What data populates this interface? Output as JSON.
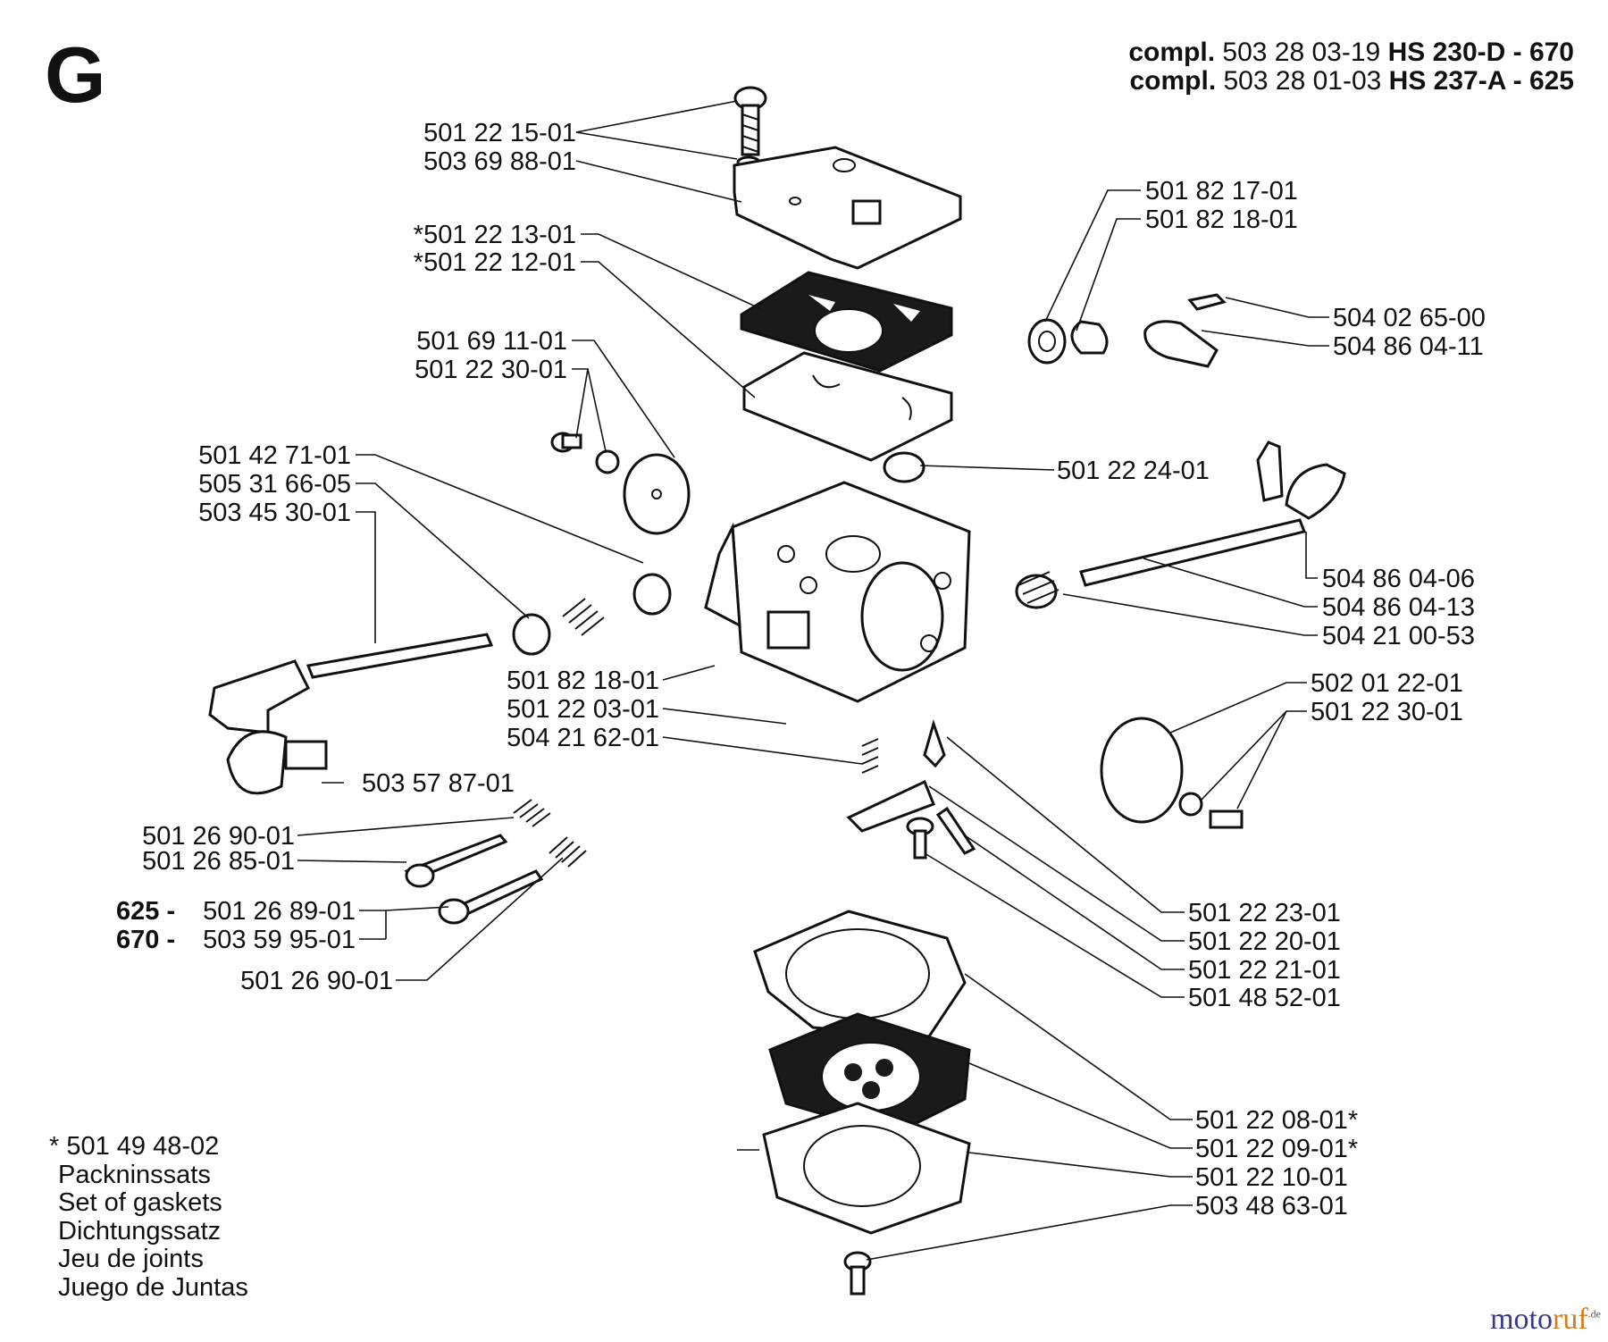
{
  "section_letter": "G",
  "header": {
    "compl_lines": [
      {
        "prefix": "compl.",
        "number": "503 28 03-19",
        "model": "HS 230-D - 670"
      },
      {
        "prefix": "compl.",
        "number": "503 28 01-03",
        "model": "HS 237-A - 625"
      }
    ]
  },
  "labels": {
    "l1": "501 22 15-01",
    "l2": "503 69 88-01",
    "l3": "*501 22 13-01",
    "l4": "*501 22 12-01",
    "l5": "501 69 11-01",
    "l6": "501 22 30-01",
    "l7": "501 42 71-01",
    "l8": "505 31 66-05",
    "l9": "503 45 30-01",
    "l10": "501 82 18-01",
    "l11": "501 22 03-01",
    "l12": "504 21 62-01",
    "l13": "503 57 87-01",
    "l14": "501 26 90-01",
    "l15": "501 26 85-01",
    "l16_prefix": "625 -",
    "l16": "501 26 89-01",
    "l17_prefix": "670 -",
    "l17": "503 59 95-01",
    "l18": "501 26 90-01",
    "r1": "501 82 17-01",
    "r2": "501 82 18-01",
    "r3": "504 02 65-00",
    "r4": "504 86 04-11",
    "r5": "501 22 24-01",
    "r6": "504 86 04-06",
    "r7": "504 86 04-13",
    "r8": "504 21 00-53",
    "r9": "502 01 22-01",
    "r10": "501 22 30-01",
    "r11": "501 22 23-01",
    "r12": "501 22 20-01",
    "r13": "501 22 21-01",
    "r14": "501 48 52-01",
    "r15": "501 22 08-01*",
    "r16": "501 22 09-01*",
    "r17": "501 22 10-01",
    "r18": "503 48 63-01"
  },
  "gasket_note": {
    "lines": [
      "* 501 49 48-02",
      "Packninssats",
      "Set of gaskets",
      "Dichtungssatz",
      "Jeu de joints",
      "Juego de Juntas"
    ]
  },
  "watermark": {
    "text_main": "moto",
    "text_accent": "ruf",
    "suffix": ".de"
  }
}
